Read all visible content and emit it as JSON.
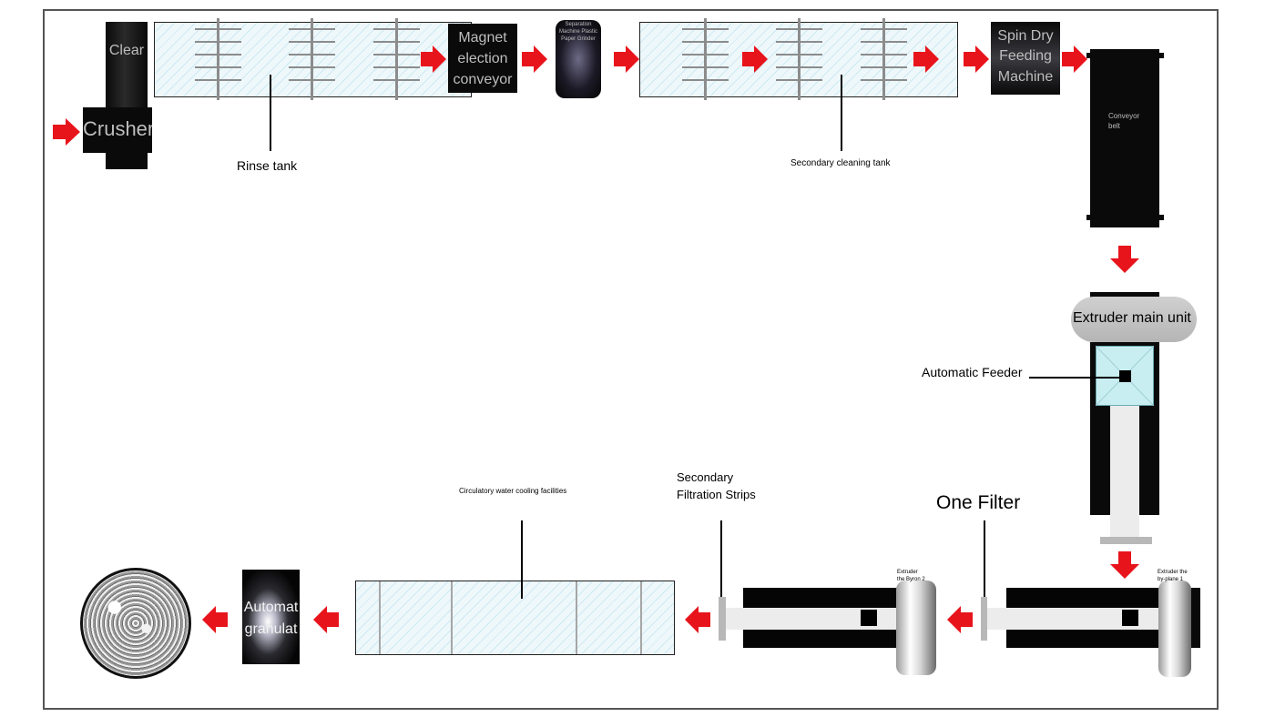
{
  "labels": {
    "cleaner": "Clear",
    "crusher": "Crusher",
    "rinse_tank": "Rinse tank",
    "magnet_line1": "Magnet",
    "magnet_line2": "election",
    "magnet_line3": "conveyor",
    "grinder_line1": "Separation",
    "grinder_line2": "Machine Plastic",
    "grinder_line3": "Paper Grinder",
    "secondary_cleaning_tank": "Secondary cleaning tank",
    "spin_dry_line1": "Spin Dry",
    "spin_dry_line2": "Feeding",
    "spin_dry_line3": "Machine",
    "conveyor_belt_line1": "Conveyor",
    "conveyor_belt_line2": "belt",
    "extruder_main_unit": "Extruder main unit",
    "automatic_feeder": "Automatic Feeder",
    "one_filter": "One Filter",
    "secondary_filtration_line1": "Secondary",
    "secondary_filtration_line2": "Filtration Strips",
    "circulatory_cooling": "Circulatory water cooling facilities",
    "extruder_byron2_line1": "Extruder",
    "extruder_byron2_line2": "the Byron 2",
    "extruder_byplane1_line1": "Extruder the",
    "extruder_byplane1_line2": "by-plane 1",
    "granulator_line1": "Automat",
    "granulator_line2": "granulat"
  },
  "colors": {
    "arrow": "#e8141c",
    "machine": "#0a0a0a",
    "frame": "#555555",
    "tank_fill": "#eef8fb",
    "feeder_fill": "#c8eef2",
    "hopper_fill": "#bcbcbc"
  }
}
